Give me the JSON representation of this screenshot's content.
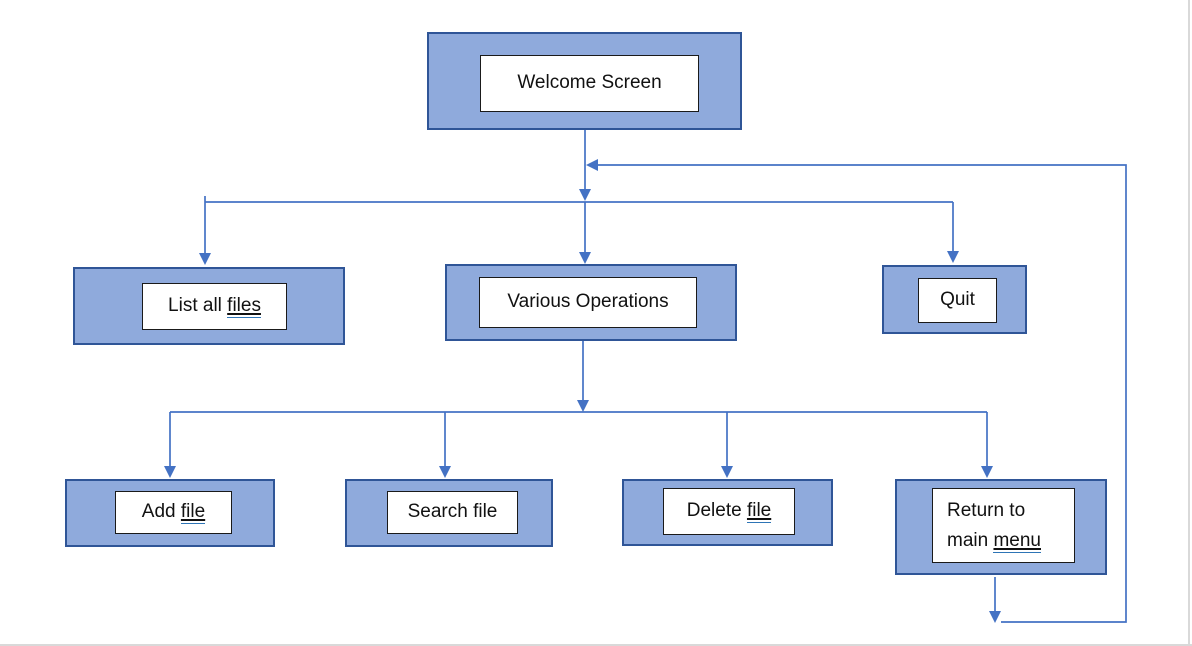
{
  "diagram": {
    "type": "flowchart",
    "colors": {
      "node_fill": "#8faadc",
      "node_border": "#2f5597",
      "inner_box_fill": "#ffffff",
      "inner_box_border": "#000000",
      "connector": "#4472c4",
      "secondary_underline": "#2e75b6",
      "page_edge": "#d9d9d9"
    },
    "nodes": {
      "welcome": {
        "label": "Welcome Screen"
      },
      "list_files": {
        "prefix": "List all ",
        "underlined": "files"
      },
      "various_ops": {
        "label": "Various Operations"
      },
      "quit": {
        "label": "Quit"
      },
      "add_file": {
        "prefix": "Add ",
        "underlined": "file"
      },
      "search_file": {
        "label": "Search file"
      },
      "delete_file": {
        "prefix": "Delete ",
        "underlined": "file"
      },
      "return_main": {
        "line1": "Return to",
        "line2_prefix": "main ",
        "line2_underlined": "menu"
      }
    },
    "edges": [
      {
        "from": "welcome",
        "to": "list_files"
      },
      {
        "from": "welcome",
        "to": "various_ops"
      },
      {
        "from": "welcome",
        "to": "quit"
      },
      {
        "from": "various_ops",
        "to": "add_file"
      },
      {
        "from": "various_ops",
        "to": "search_file"
      },
      {
        "from": "various_ops",
        "to": "delete_file"
      },
      {
        "from": "various_ops",
        "to": "return_main"
      },
      {
        "from": "return_main",
        "to": "welcome"
      }
    ]
  }
}
